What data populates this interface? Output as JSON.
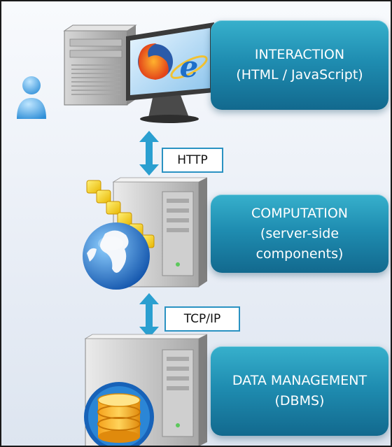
{
  "tiers": [
    {
      "lines": [
        "INTERACTION",
        "(HTML / JavaScript)"
      ]
    },
    {
      "lines": [
        "COMPUTATION",
        "(server-side",
        "components)"
      ]
    },
    {
      "lines": [
        "DATA MANAGEMENT",
        "(DBMS)"
      ]
    }
  ],
  "connectors": [
    {
      "label": "HTTP"
    },
    {
      "label": "TCP/IP"
    }
  ],
  "icons": [
    "user-icon",
    "desktop-computer-icon",
    "firefox-logo-icon",
    "internet-explorer-logo-icon",
    "server-icon",
    "globe-icon",
    "puzzle-pieces-icon",
    "database-icon"
  ],
  "colors": {
    "tier_box": "#1f8db1",
    "arrow": "#2a9fd0",
    "label_border": "#2a92c2"
  }
}
